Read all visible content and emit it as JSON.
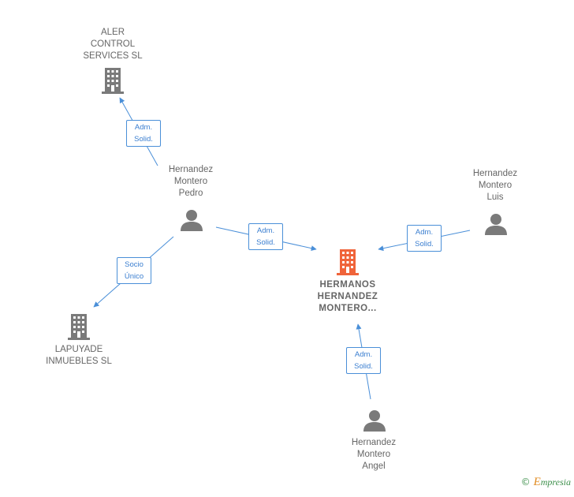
{
  "nodes": {
    "aler": {
      "label": "ALER\nCONTROL\nSERVICES SL",
      "type": "company"
    },
    "hermanos": {
      "label": "HERMANOS\nHERNANDEZ\nMONTERO...",
      "type": "company-focal"
    },
    "lapuyade": {
      "label": "LAPUYADE\nINMUEBLES SL",
      "type": "company"
    },
    "pedro": {
      "label": "Hernandez\nMontero\nPedro",
      "type": "person"
    },
    "luis": {
      "label": "Hernandez\nMontero\nLuis",
      "type": "person"
    },
    "angel": {
      "label": "Hernandez\nMontero\nAngel",
      "type": "person"
    }
  },
  "edges": [
    {
      "from": "pedro",
      "to": "aler",
      "label": "Adm.\nSolid."
    },
    {
      "from": "pedro",
      "to": "hermanos",
      "label": "Adm.\nSolid."
    },
    {
      "from": "luis",
      "to": "hermanos",
      "label": "Adm.\nSolid."
    },
    {
      "from": "pedro",
      "to": "lapuyade",
      "label": "Socio\nÚnico"
    },
    {
      "from": "angel",
      "to": "hermanos",
      "label": "Adm.\nSolid."
    }
  ],
  "colors": {
    "edge": "#4a8fd8",
    "company_icon": "#7a7a7a",
    "focal_icon": "#f0643a",
    "person_icon": "#7a7a7a"
  },
  "footer": {
    "copyright_symbol": "©",
    "brand_initial": "E",
    "brand_rest": "mpresia"
  }
}
